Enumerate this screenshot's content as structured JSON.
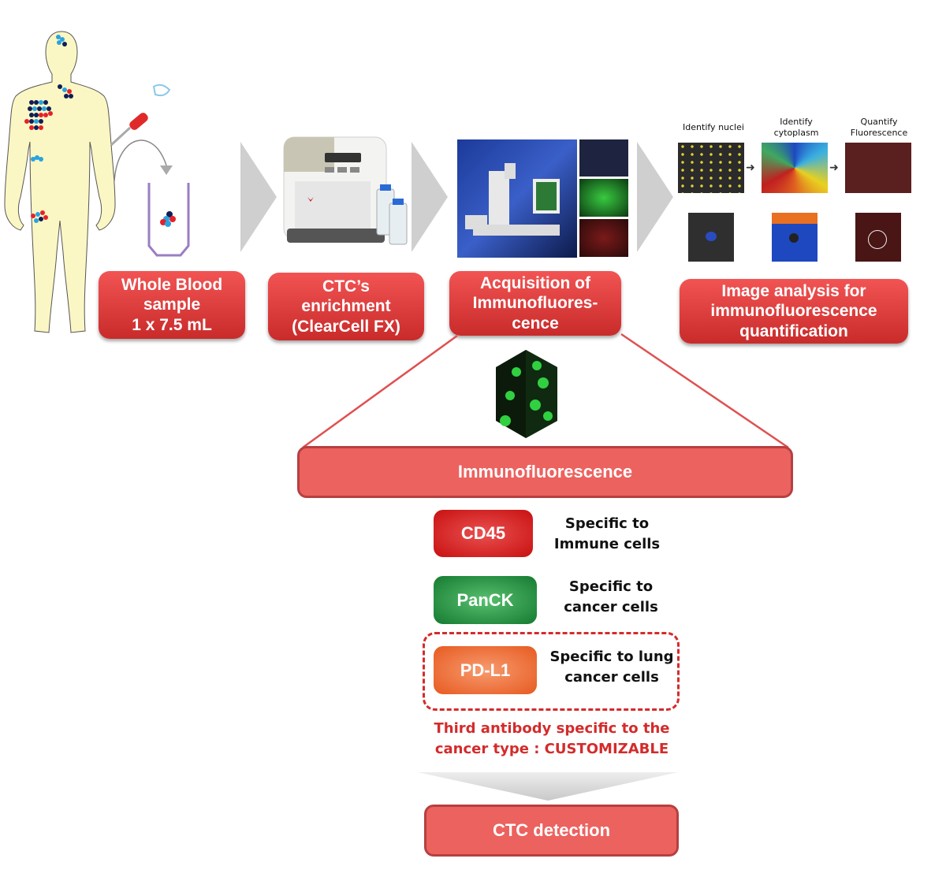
{
  "colors": {
    "step_red": "#e03a3a",
    "flat_red": "#ec625f",
    "cd45": "#cf1515",
    "panck": "#1e8b3a",
    "pdl1": "#ee6a2e",
    "custom_text": "#d42b2b"
  },
  "steps": [
    {
      "label_lines": [
        "Whole Blood",
        "sample",
        "1 x 7.5 mL"
      ]
    },
    {
      "label_lines": [
        "CTC’s",
        "enrichment",
        "(ClearCell FX)"
      ]
    },
    {
      "label_lines": [
        "Acquisition of",
        "Immunofluores-",
        "cence"
      ]
    },
    {
      "label_lines": [
        "Image analysis for",
        "immunofluorescence",
        "quantification"
      ]
    }
  ],
  "analysis_panels": [
    {
      "label_lines": [
        "Identify nuclei"
      ]
    },
    {
      "label_lines": [
        "Identify",
        "cytoplasm"
      ]
    },
    {
      "label_lines": [
        "Quantify",
        "Fluorescence"
      ]
    }
  ],
  "immunofluorescence": {
    "title": "Immunofluorescence"
  },
  "antibodies": [
    {
      "name": "CD45",
      "desc_lines": [
        "Specific to",
        "Immune cells"
      ]
    },
    {
      "name": "PanCK",
      "desc_lines": [
        "Specific to",
        "cancer cells"
      ]
    },
    {
      "name": "PD-L1",
      "desc_lines": [
        "Specific to lung",
        "cancer cells"
      ]
    }
  ],
  "custom_note": {
    "lines": [
      "Third antibody specific to the",
      "cancer type : CUSTOMIZABLE"
    ]
  },
  "result": {
    "label": "CTC detection"
  }
}
